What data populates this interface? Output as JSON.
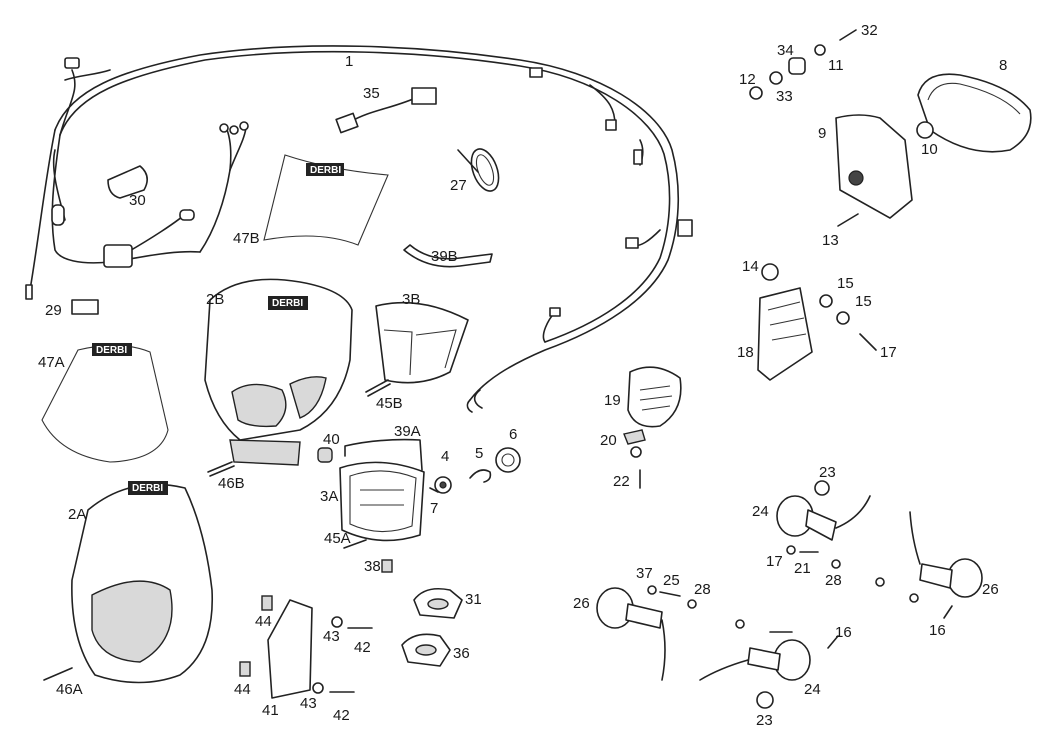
{
  "diagram": {
    "brand_text": "DERBI",
    "callouts": [
      {
        "id": "c1",
        "text": "1"
      },
      {
        "id": "c35",
        "text": "35"
      },
      {
        "id": "c30",
        "text": "30"
      },
      {
        "id": "c27",
        "text": "27"
      },
      {
        "id": "c47B",
        "text": "47B"
      },
      {
        "id": "c39B",
        "text": "39B"
      },
      {
        "id": "c29",
        "text": "29"
      },
      {
        "id": "c2B",
        "text": "2B"
      },
      {
        "id": "c3B",
        "text": "3B"
      },
      {
        "id": "c47A",
        "text": "47A"
      },
      {
        "id": "c45B",
        "text": "45B"
      },
      {
        "id": "c40",
        "text": "40"
      },
      {
        "id": "c39A",
        "text": "39A"
      },
      {
        "id": "c4",
        "text": "4"
      },
      {
        "id": "c5",
        "text": "5"
      },
      {
        "id": "c6",
        "text": "6"
      },
      {
        "id": "c46B",
        "text": "46B"
      },
      {
        "id": "c3A",
        "text": "3A"
      },
      {
        "id": "c7",
        "text": "7"
      },
      {
        "id": "c2A",
        "text": "2A"
      },
      {
        "id": "c45A",
        "text": "45A"
      },
      {
        "id": "c38",
        "text": "38"
      },
      {
        "id": "c31",
        "text": "31"
      },
      {
        "id": "c36",
        "text": "36"
      },
      {
        "id": "c44a",
        "text": "44"
      },
      {
        "id": "c43a",
        "text": "43"
      },
      {
        "id": "c42a",
        "text": "42"
      },
      {
        "id": "c44b",
        "text": "44"
      },
      {
        "id": "c41",
        "text": "41"
      },
      {
        "id": "c43b",
        "text": "43"
      },
      {
        "id": "c42b",
        "text": "42"
      },
      {
        "id": "c46A",
        "text": "46A"
      },
      {
        "id": "c34",
        "text": "34"
      },
      {
        "id": "c32",
        "text": "32"
      },
      {
        "id": "c12",
        "text": "12"
      },
      {
        "id": "c33",
        "text": "33"
      },
      {
        "id": "c11",
        "text": "11"
      },
      {
        "id": "c8",
        "text": "8"
      },
      {
        "id": "c9",
        "text": "9"
      },
      {
        "id": "c10",
        "text": "10"
      },
      {
        "id": "c13",
        "text": "13"
      },
      {
        "id": "c14",
        "text": "14"
      },
      {
        "id": "c15a",
        "text": "15"
      },
      {
        "id": "c15b",
        "text": "15"
      },
      {
        "id": "c18",
        "text": "18"
      },
      {
        "id": "c17a",
        "text": "17"
      },
      {
        "id": "c19",
        "text": "19"
      },
      {
        "id": "c20",
        "text": "20"
      },
      {
        "id": "c22",
        "text": "22"
      },
      {
        "id": "c23a",
        "text": "23"
      },
      {
        "id": "c24a",
        "text": "24"
      },
      {
        "id": "c17b",
        "text": "17"
      },
      {
        "id": "c21",
        "text": "21"
      },
      {
        "id": "c28a",
        "text": "28"
      },
      {
        "id": "c26a",
        "text": "26"
      },
      {
        "id": "c16a",
        "text": "16"
      },
      {
        "id": "c37",
        "text": "37"
      },
      {
        "id": "c25",
        "text": "25"
      },
      {
        "id": "c28b",
        "text": "28"
      },
      {
        "id": "c26b",
        "text": "26"
      },
      {
        "id": "c16b",
        "text": "16"
      },
      {
        "id": "c24b",
        "text": "24"
      },
      {
        "id": "c23b",
        "text": "23"
      }
    ]
  }
}
